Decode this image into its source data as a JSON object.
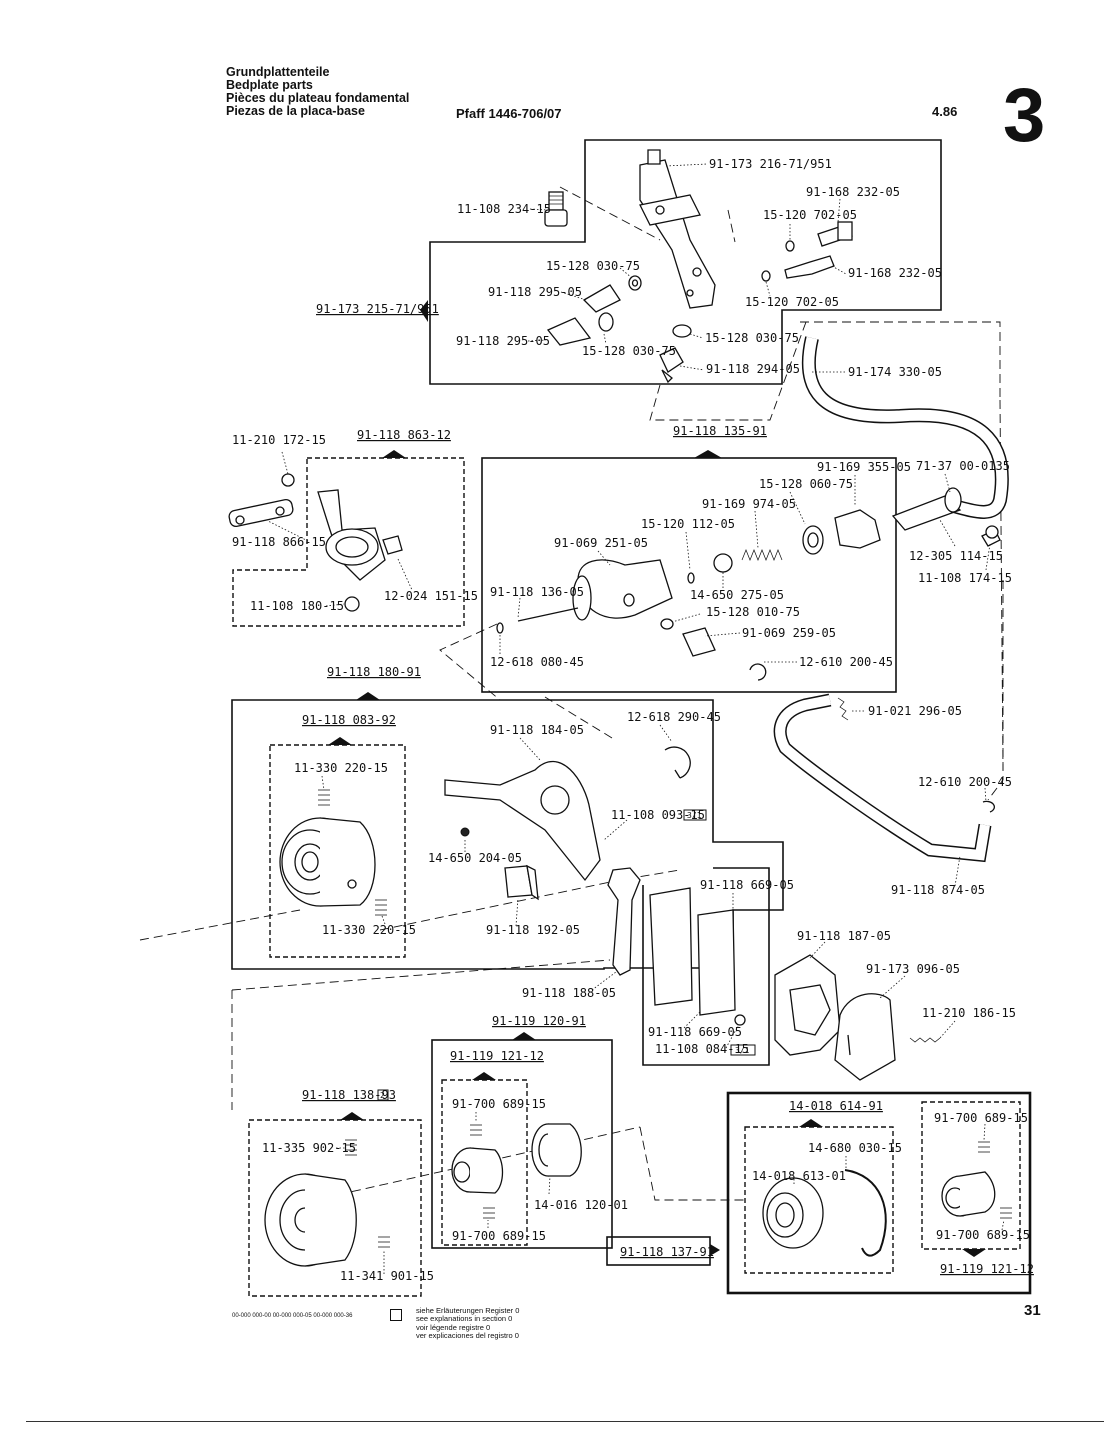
{
  "header": {
    "titles": [
      "Grundplattenteile",
      "Bedplate parts",
      "Pièces du plateau fondamental",
      "Piezas de la placa-base"
    ],
    "model": "Pfaff 1446-706/07",
    "date": "4.86",
    "section": "3"
  },
  "assemblies": {
    "a_215": "91-173 215-71/951",
    "a_863": "91-118 863-12",
    "a_135": "91-118 135-91",
    "a_180": "91-118 180-91",
    "a_083": "91-118 083-92",
    "a_120": "91-119 120-91",
    "a_121a": "91-119 121-12",
    "a_138": "91-118 138-93",
    "a_614": "14-018 614-91",
    "a_137": "91-118 137-91",
    "a_121b": "91-119 121-12"
  },
  "parts": {
    "p01": "91-173 216-71/951",
    "p02": "11-108 234-15",
    "p03": "91-168 232-05",
    "p04": "15-120 702-05",
    "p05": "15-128 030-75",
    "p06": "91-118 295-05",
    "p07": "91-168 232-05",
    "p08": "15-120 702-05",
    "p09": "91-118 295-05",
    "p10": "15-128 030-75",
    "p11": "15-128 030-75",
    "p12": "91-118 294-05",
    "p13": "91-174 330-05",
    "p14": "11-210 172-15",
    "p15": "91-118 866-15",
    "p16": "12-024 151-15",
    "p17": "11-108 180-15",
    "p18": "91-169 355-05",
    "p19": "71-37 00-0135",
    "p20": "15-128 060-75",
    "p21": "91-169 974-05",
    "p22": "15-120 112-05",
    "p23": "91-069 251-05",
    "p24": "12-305 114-15",
    "p25": "11-108 174-15",
    "p26": "91-118 136-05",
    "p27": "14-650 275-05",
    "p28": "15-128 010-75",
    "p29": "91-069 259-05",
    "p30": "12-618 080-45",
    "p31": "12-610 200-45",
    "p32": "91-021 296-05",
    "p33": "91-118 184-05",
    "p34": "12-618 290-45",
    "p35": "11-330 220-15",
    "p36": "11-108 093-15",
    "p37": "14-650 204-05",
    "p38": "91-118 669-05",
    "p39": "12-610 200-45",
    "p40": "11-330 220-15",
    "p41": "91-118 192-05",
    "p42": "91-118 874-05",
    "p43": "91-118 187-05",
    "p44": "91-173 096-05",
    "p45": "91-118 188-05",
    "p46": "11-210 186-15",
    "p47": "91-118 669-05",
    "p48": "11-108 084-15",
    "p49": "91-700 689-15",
    "p50": "11-335 902-15",
    "p51": "14-016 120-01",
    "p52": "91-700 689-15",
    "p53": "11-341 901-15",
    "p54": "14-680 030-15",
    "p55": "91-700 689-15",
    "p56": "14-018 613-01",
    "p57": "91-700 689-15"
  },
  "tags": {
    "t_093": "3/1",
    "t_084": "3/1",
    "t_138": "2"
  },
  "footer": {
    "codes": "00-000 000-00   00-000 000-05   00-000 000-36",
    "legend": [
      "siehe Erläuterungen Register 0",
      "see explanations in section 0",
      "voir légende registre 0",
      "ver explicaciones del registro 0"
    ],
    "page": "31"
  }
}
